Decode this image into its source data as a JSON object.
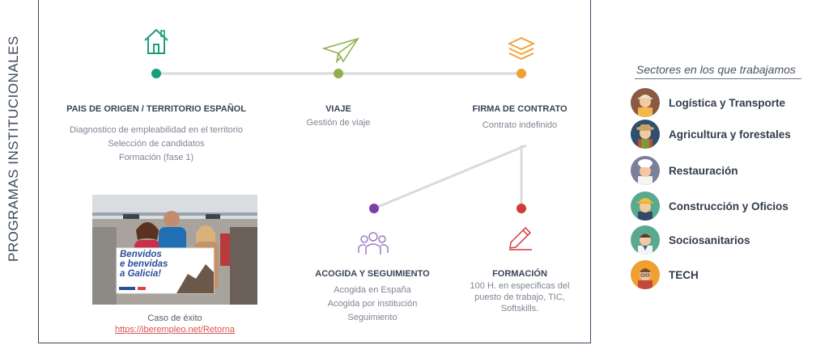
{
  "side_title": "PROGRAMAS INSTITUCIONALES",
  "timeline": [
    {
      "title": "PAIS DE ORIGEN / TERRITORIO ESPAÑOL",
      "lines": [
        "Diagnostico de empleabilidad en el territorio",
        "Selección de candidatos",
        "Formación (fase 1)"
      ],
      "icon": "house-icon",
      "color": "#1a9e79"
    },
    {
      "title": "VIAJE",
      "lines": [
        "Gestión de viaje"
      ],
      "icon": "paper-plane-icon",
      "color": "#8fb04c"
    },
    {
      "title": "FIRMA DE CONTRATO",
      "lines": [
        "Contrato indefinido"
      ],
      "icon": "layers-icon",
      "color": "#f0a030"
    },
    {
      "title": "ACOGIDA Y SEGUIMIENTO",
      "lines": [
        "Acogida en España",
        "Acogida por institución",
        "Seguimiento"
      ],
      "icon": "group-icon",
      "color": "#7b3fa8"
    },
    {
      "title": "FORMACIÓN",
      "lines": [
        "100 H. en especificas del",
        "puesto de trabajo, TIC,",
        "Softskills."
      ],
      "icon": "pencil-icon",
      "color": "#cf3b36"
    }
  ],
  "photo": {
    "sign_text": [
      "Benvidos",
      "e benvidas",
      "a Galicia!"
    ],
    "caption": "Caso de éxito",
    "link": "https://iberempleo.net/Retorna"
  },
  "sectors": {
    "title": "Sectores en los que trabajamos",
    "items": [
      {
        "label": "Logística y Transporte",
        "icon": "logistics-worker-avatar-icon",
        "bg": "#8a5a44"
      },
      {
        "label": "Agricultura y forestales",
        "icon": "farmer-avatar-icon",
        "bg": "#2e4f6e"
      },
      {
        "label": "Restauración",
        "icon": "chef-avatar-icon",
        "bg": "#7a7f9a"
      },
      {
        "label": "Construcción y Oficios",
        "icon": "construction-worker-avatar-icon",
        "bg": "#5aa88e"
      },
      {
        "label": "Sociosanitarios",
        "icon": "doctor-avatar-icon",
        "bg": "#5aa88e"
      },
      {
        "label": "TECH",
        "icon": "tech-worker-avatar-icon",
        "bg": "#f0a030"
      }
    ]
  }
}
